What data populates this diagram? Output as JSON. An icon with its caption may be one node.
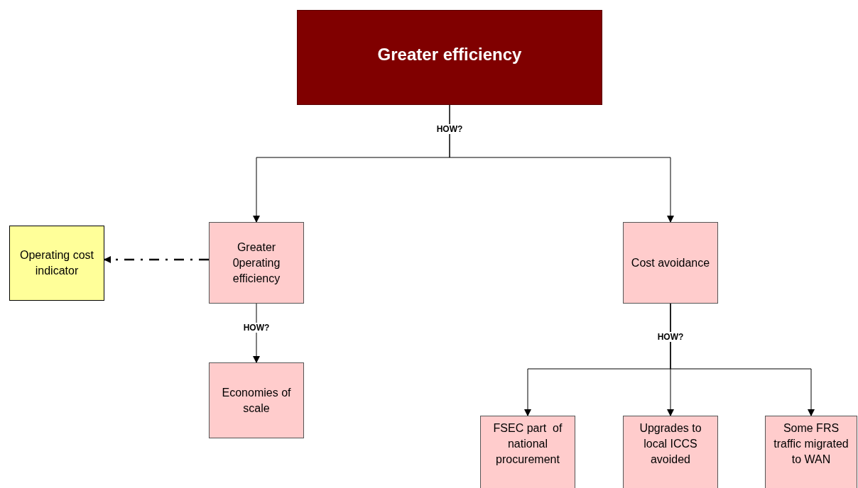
{
  "diagram": {
    "nodes": [
      {
        "text": [
          "Greater efficiency"
        ]
      },
      {
        "text": [
          "Greater 0perating efficiency"
        ]
      },
      {
        "text": [
          "Cost avoidance"
        ]
      },
      {
        "text": [
          "Operating cost indicator"
        ]
      },
      {
        "text": [
          "Economies of scale"
        ]
      },
      {
        "text": [
          "FSEC part  of national procurement"
        ]
      },
      {
        "text": [
          "Upgrades to local ICCS avoided"
        ]
      },
      {
        "text": [
          "Some FRS traffic migrated to WAN"
        ]
      }
    ],
    "edges": [
      {
        "from": 0,
        "to": 1,
        "arrow": "to",
        "label": "HOW?"
      },
      {
        "from": 0,
        "to": 2,
        "arrow": "to"
      },
      {
        "from": 1,
        "to": 3,
        "arrow": "to",
        "style": "dashed"
      },
      {
        "from": 1,
        "to": 4,
        "arrow": "to",
        "label": "HOW?"
      },
      {
        "from": 2,
        "to": 5,
        "arrow": "to",
        "label": "HOW?"
      },
      {
        "from": 2,
        "to": 6,
        "arrow": "to"
      },
      {
        "from": 2,
        "to": 7,
        "arrow": "to"
      }
    ]
  }
}
